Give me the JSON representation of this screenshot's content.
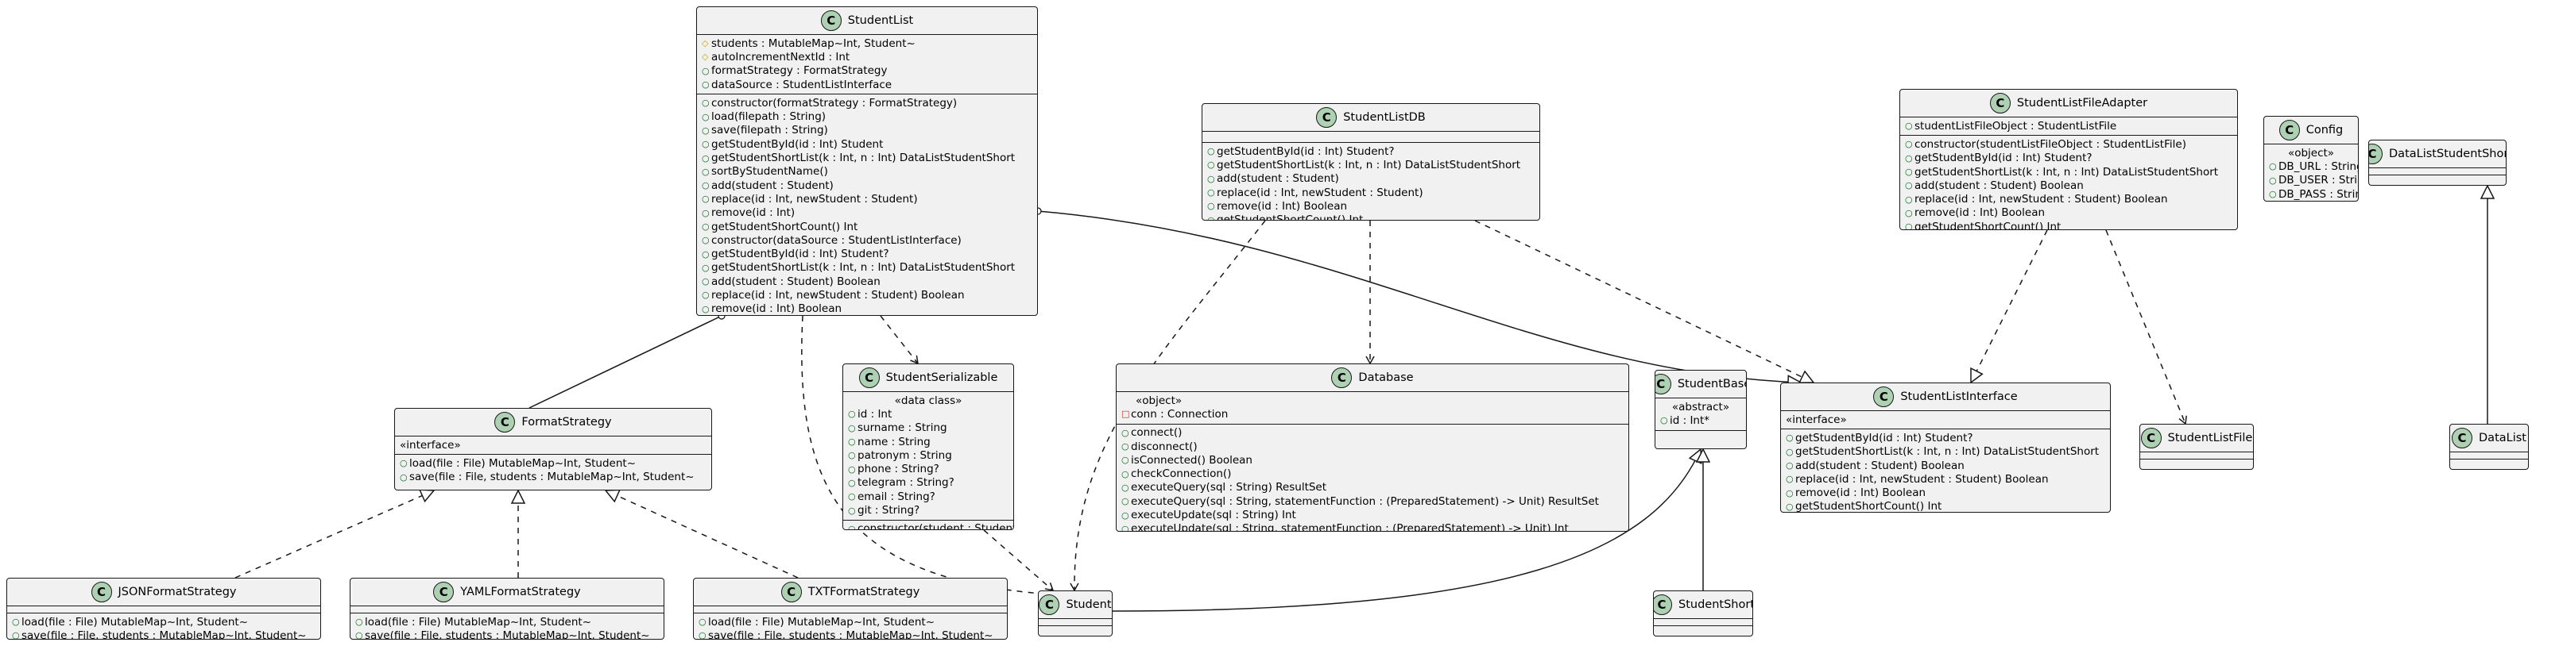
{
  "diagram": {
    "classes": {
      "student_list": {
        "name": "StudentList",
        "fields": [
          {
            "vis": "#",
            "text": "students : MutableMap~Int, Student~"
          },
          {
            "vis": "#",
            "text": "autoIncrementNextId : Int"
          },
          {
            "vis": "+",
            "text": "formatStrategy : FormatStrategy"
          },
          {
            "vis": "+",
            "text": "dataSource : StudentListInterface"
          }
        ],
        "methods": [
          {
            "vis": "+",
            "text": "constructor(formatStrategy : FormatStrategy)"
          },
          {
            "vis": "+",
            "text": "load(filepath : String)"
          },
          {
            "vis": "+",
            "text": "save(filepath : String)"
          },
          {
            "vis": "+",
            "text": "getStudentById(id : Int) Student"
          },
          {
            "vis": "+",
            "text": "getStudentShortList(k : Int, n : Int) DataListStudentShort"
          },
          {
            "vis": "+",
            "text": "sortByStudentName()"
          },
          {
            "vis": "+",
            "text": "add(student : Student)"
          },
          {
            "vis": "+",
            "text": "replace(id : Int, newStudent : Student)"
          },
          {
            "vis": "+",
            "text": "remove(id : Int)"
          },
          {
            "vis": "+",
            "text": "getStudentShortCount() Int"
          },
          {
            "vis": "+",
            "text": "constructor(dataSource : StudentListInterface)"
          },
          {
            "vis": "+",
            "text": "getStudentById(id : Int) Student?"
          },
          {
            "vis": "+",
            "text": "getStudentShortList(k : Int, n : Int) DataListStudentShort"
          },
          {
            "vis": "+",
            "text": "add(student : Student) Boolean"
          },
          {
            "vis": "+",
            "text": "replace(id : Int, newStudent : Student) Boolean"
          },
          {
            "vis": "+",
            "text": "remove(id : Int) Boolean"
          },
          {
            "vis": "+",
            "text": "getStudentShortCount() Int"
          }
        ]
      },
      "student_list_db": {
        "name": "StudentListDB",
        "fields": [],
        "methods": [
          {
            "vis": "+",
            "text": "getStudentById(id : Int) Student?"
          },
          {
            "vis": "+",
            "text": "getStudentShortList(k : Int, n : Int) DataListStudentShort"
          },
          {
            "vis": "+",
            "text": "add(student : Student)"
          },
          {
            "vis": "+",
            "text": "replace(id : Int, newStudent : Student)"
          },
          {
            "vis": "+",
            "text": "remove(id : Int) Boolean"
          },
          {
            "vis": "+",
            "text": "getStudentShortCount() Int"
          }
        ]
      },
      "student_list_file_adapter": {
        "name": "StudentListFileAdapter",
        "fields": [
          {
            "vis": "+",
            "text": "studentListFileObject : StudentListFile"
          }
        ],
        "methods": [
          {
            "vis": "+",
            "text": "constructor(studentListFileObject : StudentListFile)"
          },
          {
            "vis": "+",
            "text": "getStudentById(id : Int) Student?"
          },
          {
            "vis": "+",
            "text": "getStudentShortList(k : Int, n : Int) DataListStudentShort"
          },
          {
            "vis": "+",
            "text": "add(student : Student) Boolean"
          },
          {
            "vis": "+",
            "text": "replace(id : Int, newStudent : Student) Boolean"
          },
          {
            "vis": "+",
            "text": "remove(id : Int) Boolean"
          },
          {
            "vis": "+",
            "text": "getStudentShortCount() Int"
          }
        ]
      },
      "config": {
        "name": "Config",
        "stereotype": "«object»",
        "fields": [
          {
            "vis": "+",
            "text": "DB_URL : String"
          },
          {
            "vis": "+",
            "text": "DB_USER : String"
          },
          {
            "vis": "+",
            "text": "DB_PASS : String"
          }
        ]
      },
      "data_list_student_short": {
        "name": "DataListStudentShort"
      },
      "data_list": {
        "name": "DataList"
      },
      "format_strategy": {
        "name": "FormatStrategy",
        "stereotype": "«interface»",
        "methods": [
          {
            "vis": "+",
            "text": "load(file : File) MutableMap~Int, Student~"
          },
          {
            "vis": "+",
            "text": "save(file : File, students : MutableMap~Int, Student~"
          }
        ]
      },
      "student_serializable": {
        "name": "StudentSerializable",
        "stereotype": "«data class»",
        "fields": [
          {
            "vis": "+",
            "text": "id : Int"
          },
          {
            "vis": "+",
            "text": "surname : String"
          },
          {
            "vis": "+",
            "text": "name : String"
          },
          {
            "vis": "+",
            "text": "patronym : String"
          },
          {
            "vis": "+",
            "text": "phone : String?"
          },
          {
            "vis": "+",
            "text": "telegram : String?"
          },
          {
            "vis": "+",
            "text": "email : String?"
          },
          {
            "vis": "+",
            "text": "git : String?"
          }
        ],
        "methods": [
          {
            "vis": "+",
            "text": "constructor(student : Student)"
          }
        ]
      },
      "database": {
        "name": "Database",
        "stereotype": "«object»",
        "fields": [
          {
            "vis": "-",
            "text": "conn : Connection"
          }
        ],
        "methods": [
          {
            "vis": "+",
            "text": "connect()"
          },
          {
            "vis": "+",
            "text": "disconnect()"
          },
          {
            "vis": "+",
            "text": "isConnected() Boolean"
          },
          {
            "vis": "+",
            "text": "checkConnection()"
          },
          {
            "vis": "+",
            "text": "executeQuery(sql : String) ResultSet"
          },
          {
            "vis": "+",
            "text": "executeQuery(sql : String, statementFunction : (PreparedStatement) -> Unit) ResultSet"
          },
          {
            "vis": "+",
            "text": "executeUpdate(sql : String) Int"
          },
          {
            "vis": "+",
            "text": "executeUpdate(sql : String, statementFunction : (PreparedStatement) -> Unit) Int"
          }
        ]
      },
      "student_base": {
        "name": "StudentBase",
        "stereotype": "«abstract»",
        "fields": [
          {
            "vis": "+",
            "text": "id : Int*"
          }
        ]
      },
      "student_list_interface": {
        "name": "StudentListInterface",
        "stereotype": "«interface»",
        "methods": [
          {
            "vis": "+",
            "text": "getStudentById(id : Int) Student?"
          },
          {
            "vis": "+",
            "text": "getStudentShortList(k : Int, n : Int) DataListStudentShort"
          },
          {
            "vis": "+",
            "text": "add(student : Student) Boolean"
          },
          {
            "vis": "+",
            "text": "replace(id : Int, newStudent : Student) Boolean"
          },
          {
            "vis": "+",
            "text": "remove(id : Int) Boolean"
          },
          {
            "vis": "+",
            "text": "getStudentShortCount() Int"
          }
        ]
      },
      "student_list_file": {
        "name": "StudentListFile"
      },
      "json_format_strategy": {
        "name": "JSONFormatStrategy",
        "methods": [
          {
            "vis": "+",
            "text": "load(file : File) MutableMap~Int, Student~"
          },
          {
            "vis": "+",
            "text": "save(file : File, students : MutableMap~Int, Student~"
          }
        ]
      },
      "yaml_format_strategy": {
        "name": "YAMLFormatStrategy",
        "methods": [
          {
            "vis": "+",
            "text": "load(file : File) MutableMap~Int, Student~"
          },
          {
            "vis": "+",
            "text": "save(file : File, students : MutableMap~Int, Student~"
          }
        ]
      },
      "txt_format_strategy": {
        "name": "TXTFormatStrategy",
        "methods": [
          {
            "vis": "+",
            "text": "load(file : File) MutableMap~Int, Student~"
          },
          {
            "vis": "+",
            "text": "save(file : File, students : MutableMap~Int, Student~"
          }
        ]
      },
      "student": {
        "name": "Student"
      },
      "student_short": {
        "name": "StudentShort"
      }
    },
    "class_icon_letter": "C",
    "colors": {
      "box_fill": "#f1f1f1",
      "border": "#181818",
      "class_icon": "#add1b2",
      "public": "#036c19",
      "protected": "#c7a400",
      "private": "#c82930"
    }
  }
}
